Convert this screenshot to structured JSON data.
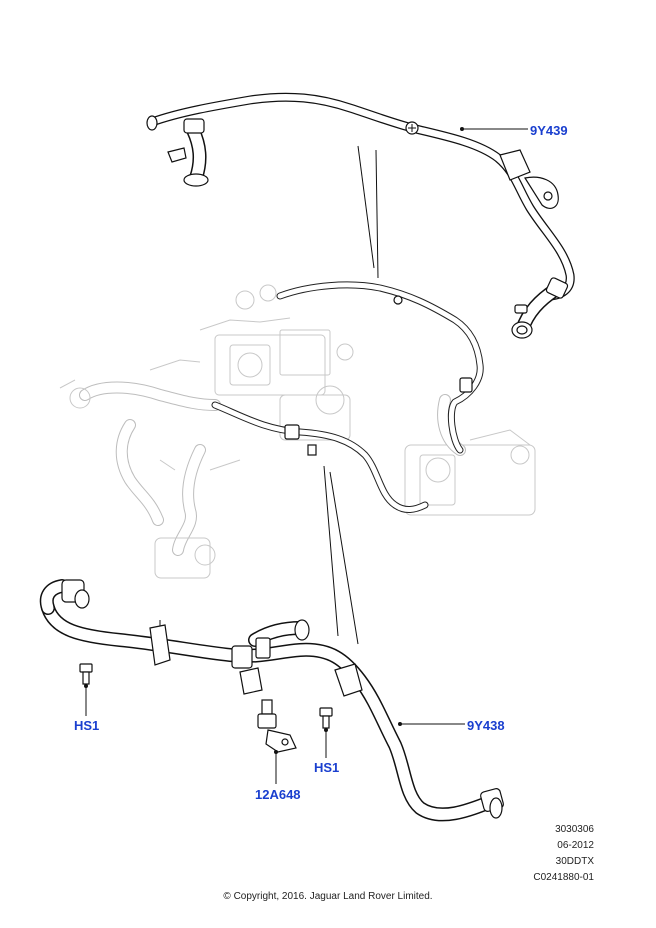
{
  "callouts": {
    "upper_pipe": "9Y439",
    "lower_hose": "9Y438",
    "bolt_left": "HS1",
    "bolt_right": "HS1",
    "sensor": "12A648"
  },
  "reference": {
    "illustration_number": "3030306",
    "date": "06-2012",
    "model_code": "30DDTX",
    "catalog_number": "C0241880-01"
  },
  "copyright": "© Copyright, 2016. Jaguar Land Rover Limited.",
  "colors": {
    "callout_text": "#1a3fcf",
    "line_art": "#111111",
    "ghost_engine": "#c8c8c8",
    "background": "#ffffff"
  }
}
